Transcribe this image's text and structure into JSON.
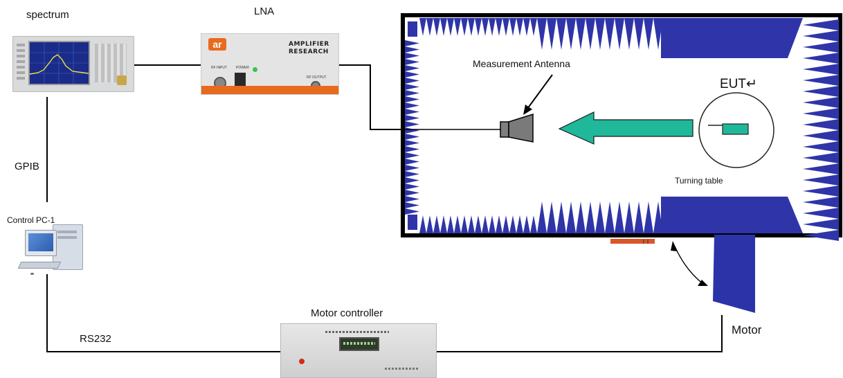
{
  "labels": {
    "spectrum": "spectrum",
    "lna": "LNA",
    "gpib": "GPIB",
    "control_pc": "Control PC-1",
    "rs232": "RS232",
    "motor_controller": "Motor controller",
    "measurement_antenna": "Measurement Antenna",
    "eut": "EUT↵",
    "turning_table": "Turning table",
    "motor": "Motor"
  },
  "devices": {
    "lna_panel": {
      "logo": "ar",
      "brand_line1": "AMPLIFIER",
      "brand_line2": "RESEARCH",
      "rf_input": "RF INPUT",
      "power": "POWER",
      "rf_output": "RF OUTPUT"
    }
  },
  "colors": {
    "absorber_blue": "#2f35a8",
    "arrow_green": "#1fb89a",
    "motor_blue": "#2c33a8",
    "rail_orange": "#d9572b",
    "lna_orange": "#e86a1e"
  }
}
